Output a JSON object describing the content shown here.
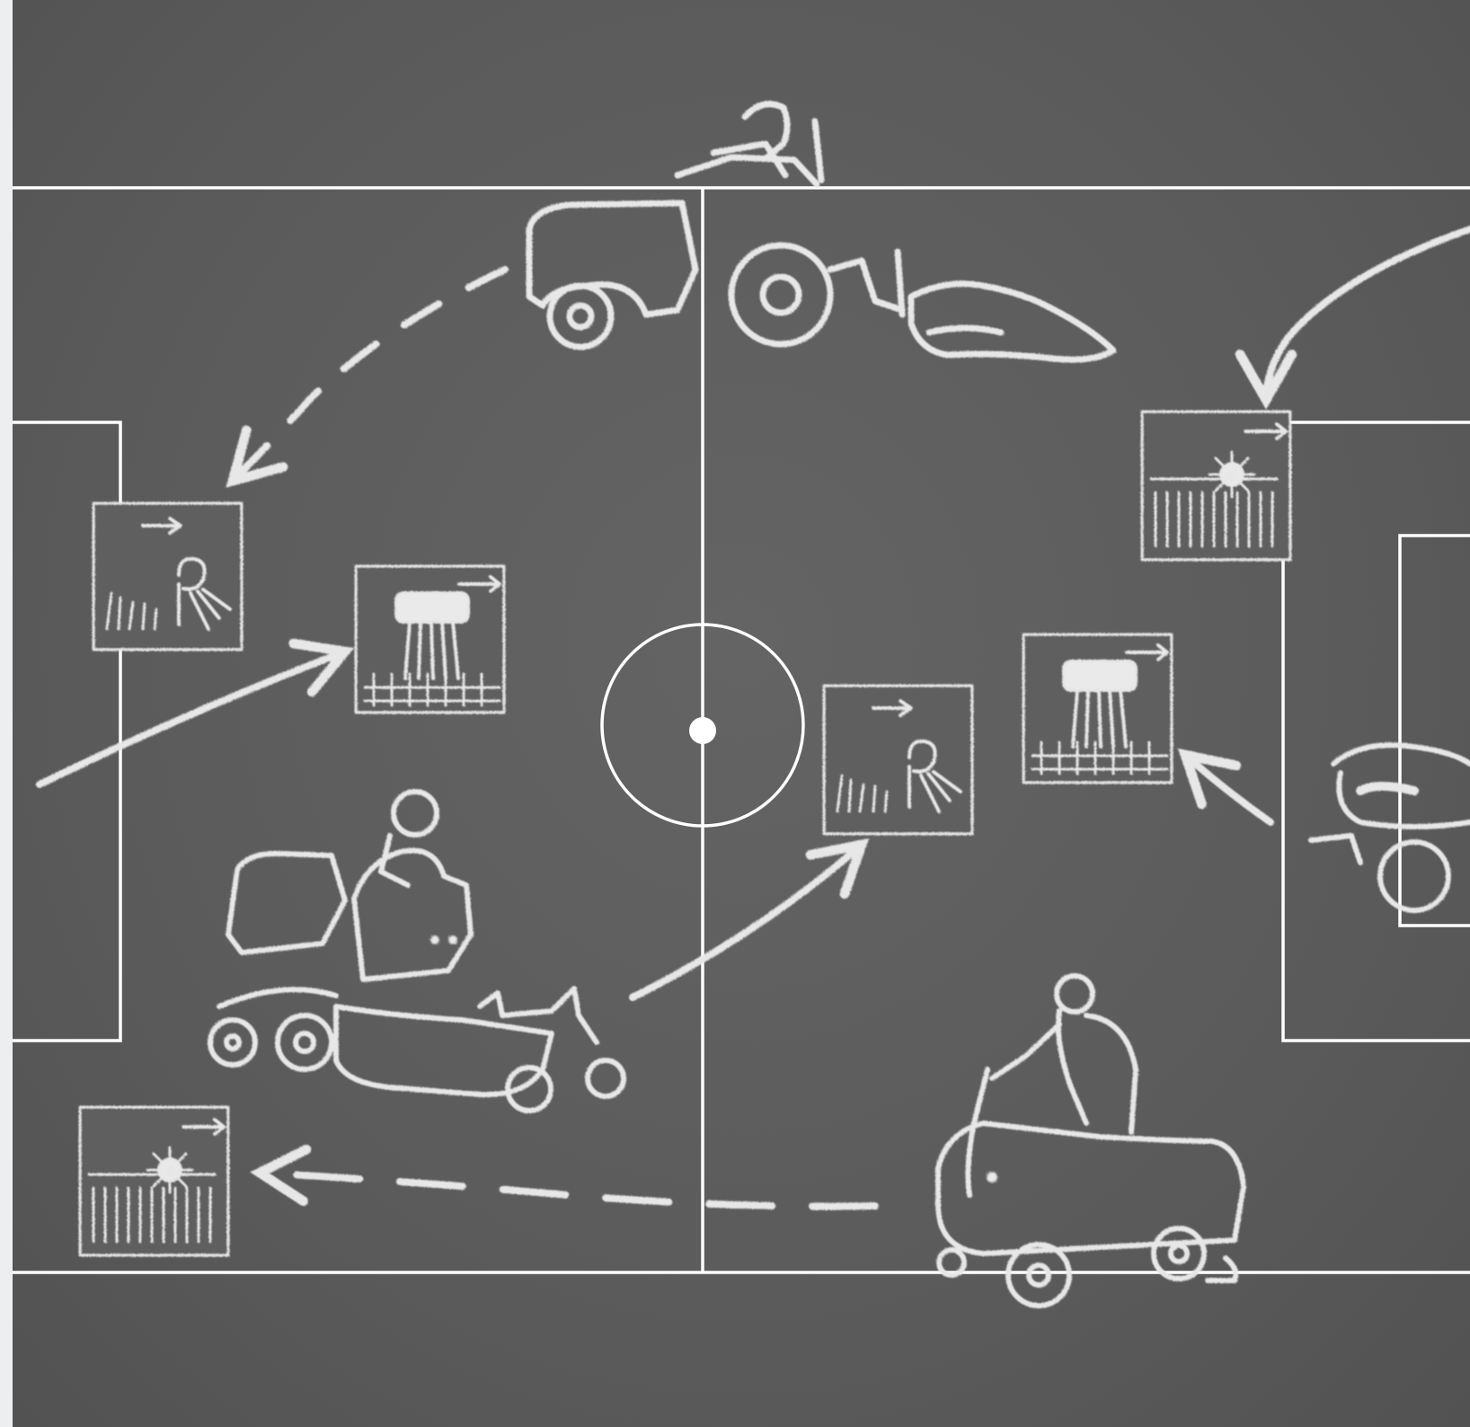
{
  "colors": {
    "board": "#5b5b5b",
    "pitch_lines": "#ffffff",
    "chalk": "#e7e7e7",
    "page_margin": "#eceef0"
  },
  "elements": {
    "machines": [
      "ride-on-mower-top",
      "rotary-mower-bottom-left",
      "ride-on-mower-bottom-right",
      "mower-right-partial"
    ],
    "icons": [
      "rake-icon",
      "spiker-brush-icon",
      "aerator-flower-icon",
      "rake-icon",
      "spiker-brush-icon",
      "aerator-flower-icon"
    ]
  }
}
